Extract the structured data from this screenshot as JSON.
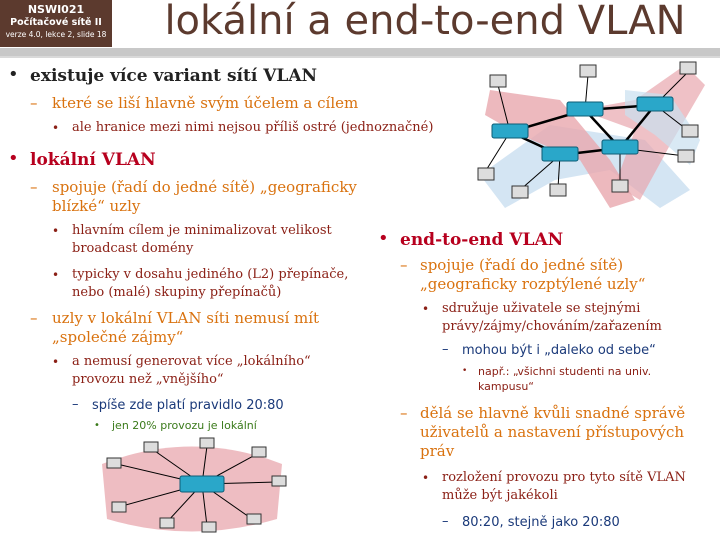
{
  "header": {
    "course_code": "NSWI021",
    "course_name": "Počítačové sítě II",
    "meta": "verze 4.0, lekce 2, slide 18"
  },
  "title": "lokální a end-to-end VLAN",
  "left": {
    "b1": "existuje více variant sítí VLAN",
    "b1_1": "které se liší hlavně svým účelem a cílem",
    "b1_1_1": "ale hranice mezi nimi nejsou příliš ostré (jednoznačné)",
    "b2": "lokální VLAN",
    "b2_1_line1": "spojuje (řadí do jedné sítě) „geograficky",
    "b2_1_line2": "blízké“ uzly",
    "b2_1_1_line1": "hlavním cílem je minimalizovat velikost",
    "b2_1_1_line2": "broadcast domény",
    "b2_1_2_line1": "typicky v dosahu jediného (L2) přepínače,",
    "b2_1_2_line2": "nebo (malé) skupiny přepínačů)",
    "b2_2_line1": "uzly v lokální VLAN síti nemusí mít",
    "b2_2_line2": "„společné zájmy“",
    "b2_2_1_line1": "a nemusí generovat více „lokálního“",
    "b2_2_1_line2": "provozu než „vnějšího“",
    "b2_2_1_1": "spíše zde platí pravidlo 20:80",
    "b2_2_1_1_1": "jen 20% provozu je lokální"
  },
  "right": {
    "b3": "end-to-end VLAN",
    "b3_1_line1": "spojuje (řadí do jedné sítě)",
    "b3_1_line2": "„geograficky rozptýlené uzly“",
    "b3_1_1_line1": "sdružuje uživatele se stejnými",
    "b3_1_1_line2": "právy/zájmy/chováním/zařazením",
    "b3_1_1_1": "mohou být i „daleko od sebe“",
    "b3_1_1_1_1_line1": "např.: „všichni studenti na univ.",
    "b3_1_1_1_1_line2": "kampusu“",
    "b3_2_line1": "dělá se hlavně kvůli snadné správě",
    "b3_2_line2": "uživatelů a nastavení přístupových",
    "b3_2_line3": "práv",
    "b3_2_1_line1": "rozložení provozu pro tyto sítě VLAN",
    "b3_2_1_line2": "může být jakékoli",
    "b3_2_1_1": "80:20, stejně jako 20:80"
  },
  "bullets": {
    "level1": "•",
    "level2": "–",
    "level3": "•",
    "level4": "–",
    "level5": "•"
  },
  "colors": {
    "header_bg": "#5c3a2e",
    "title": "#5c3a2e",
    "level1": "#222222",
    "level1_red": "#b7001e",
    "level2": "#d9720f",
    "level3": "#8b2016",
    "level4": "#1b3a7a",
    "level5": "#3a7a1a",
    "switch": "#2aa7c9",
    "vlan_red": "#e8a7ae",
    "vlan_blue": "#c9dff0"
  }
}
